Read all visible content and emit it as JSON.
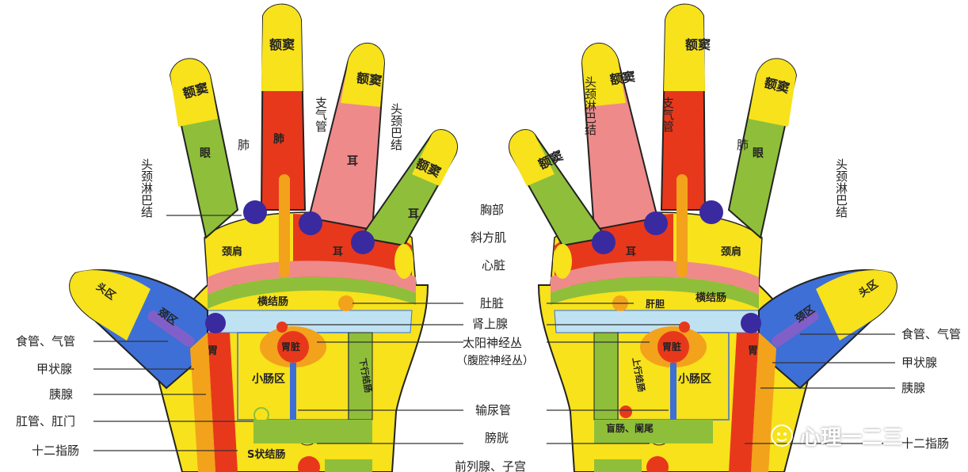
{
  "left_hand": {
    "finger_labels": [
      "额窦",
      "额窦",
      "额窦",
      "额窦"
    ],
    "finger_mid": [
      "眼",
      "肺",
      "耳",
      "耳"
    ],
    "palm_labels": {
      "neck": "颈肩",
      "ear": "耳",
      "eye": "眼",
      "neck_thumb": "颈",
      "stomach": "胃",
      "heart_zone": "胃脏",
      "small_intestine": "小肠区",
      "descending_colon": "下行结肠",
      "transverse_colon": "横结肠",
      "sigmoid": "S状结肠",
      "thumb_head": "头区",
      "thumb_neck": "颈区"
    },
    "annotations": {
      "lymph": "头颈淋巴结",
      "lung": "肺",
      "bronchus": "支气管",
      "lymph2": "头颈巴结"
    },
    "side_labels": [
      "食管、气管",
      "甲状腺",
      "胰腺",
      "肛管、肛门",
      "十二指肠"
    ]
  },
  "center_labels": [
    "胸部",
    "斜方肌",
    "心脏",
    "肚脏",
    "肾上腺",
    "太阳神经丛",
    "（腹腔神经丛）",
    "输尿管",
    "膀胱",
    "前列腺、子宫"
  ],
  "right_hand": {
    "finger_labels": [
      "额窦",
      "额窦",
      "额窦",
      "额窦"
    ],
    "palm_labels": {
      "ear": "耳",
      "eye": "眼",
      "neck": "颈肩",
      "liver_zone": "肝胆",
      "heart_zone": "胃脏",
      "small_intestine": "小肠区",
      "ascending_colon": "上行结肠",
      "transverse_colon": "横结肠",
      "stomach": "胃",
      "appendix": "盲肠、阑尾",
      "thumb_head": "头区",
      "thumb_neck": "颈区"
    },
    "annotations": {
      "lymph": "头颈淋巴结",
      "bronchus": "支气管",
      "lung": "肺",
      "lymph2": "头颈淋巴结"
    },
    "side_labels": [
      "食管、气管",
      "甲状腺",
      "胰腺",
      "十二指肠"
    ]
  },
  "watermark": "心理一二三",
  "colors": {
    "yellow": "#f7e21b",
    "green": "#8fbf3a",
    "red": "#e8381c",
    "pink": "#ef8a8a",
    "blue": "#3d6fd6",
    "purple": "#3a2aa0",
    "orange": "#f3a21b",
    "lightblue": "#bfe2f3"
  }
}
